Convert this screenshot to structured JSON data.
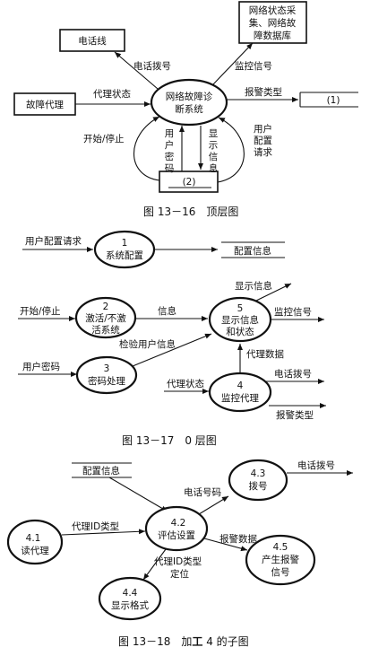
{
  "top_diagram": {
    "external_phone": "电话线",
    "external_db_lines": [
      "网络状态采",
      "集、网络故",
      "障数据库"
    ],
    "external_agent": "故障代理",
    "process_lines": [
      "网络故障诊",
      "断系统"
    ],
    "store1": "(1)",
    "store2": "(2)",
    "flow_dial": "电话拨号",
    "flow_monitor": "监控信号",
    "flow_agent_state": "代理状态",
    "flow_alarm_type": "报警类型",
    "flow_start_stop": "开始/停止",
    "flow_user_pwd": [
      "用",
      "户",
      "密",
      "码"
    ],
    "flow_display_info": [
      "显",
      "示",
      "信",
      "息"
    ],
    "flow_user_config": [
      "用户",
      "配置",
      "请求"
    ],
    "caption": "图 13－16　顶层图"
  },
  "level0_diagram": {
    "in_user_config": "用户配置请求",
    "p1_num": "1",
    "p1_name": "系统配置",
    "store_config": "配置信息",
    "in_start_stop": "开始/停止",
    "p2_num": "2",
    "p2_lines": [
      "激活/不激",
      "活系统"
    ],
    "flow_info": "信息",
    "flow_check_user": "检验用户信息",
    "p5_num": "5",
    "p5_lines": [
      "显示信息",
      "和状态"
    ],
    "out_display_info": "显示信息",
    "out_monitor": "监控信号",
    "in_user_pwd": "用户密码",
    "p3_num": "3",
    "p3_name": "密码处理",
    "in_agent_state": "代理状态",
    "p4_num": "4",
    "p4_name": "监控代理",
    "flow_agent_data": "代理数据",
    "out_dial": "电话拨号",
    "out_alarm": "报警类型",
    "caption": "图 13－17　0 层图"
  },
  "sub_diagram": {
    "store_config": "配置信息",
    "p41_num": "4.1",
    "p41_name": "读代理",
    "p42_num": "4.2",
    "p42_name": "评估设置",
    "p43_num": "4.3",
    "p43_name": "拨号",
    "p44_num": "4.4",
    "p44_name": "显示格式",
    "p45_num": "4.5",
    "p45_lines": [
      "产生报警",
      "信号"
    ],
    "flow_agent_id_type": "代理ID类型",
    "flow_phone_num": "电话号码",
    "out_dial": "电话拨号",
    "flow_alarm_data": "报警数据",
    "flow_id_type_pos": [
      "代理ID类型",
      "定位"
    ],
    "caption_prefix": "图 13－18　加",
    "caption_bold": "工",
    "caption_suffix": " 4 的子图"
  }
}
